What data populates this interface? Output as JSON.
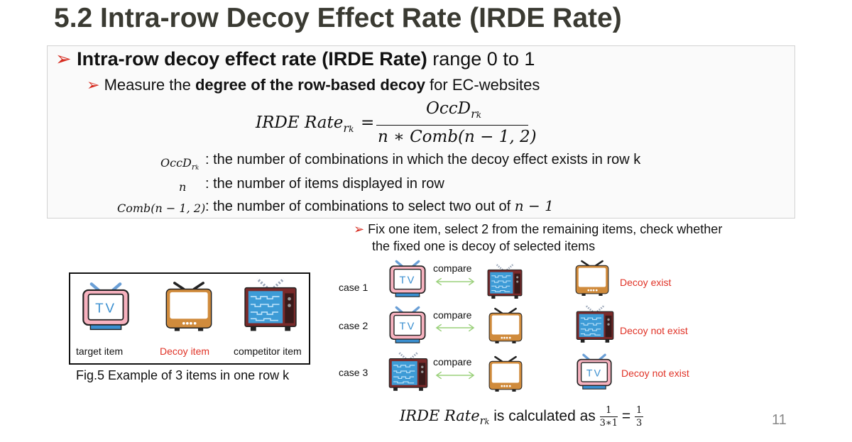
{
  "slide": {
    "title": "5.2 Intra-row Decoy Effect Rate (IRDE Rate)",
    "page_number": "11"
  },
  "bullet1": {
    "arrow": "➢",
    "bold": "Intra-row decoy effect rate (IRDE Rate)",
    "rest": " range 0 to 1"
  },
  "bullet2": {
    "arrow": "➢",
    "pre": "Measure the ",
    "bold": "degree of the row-based decoy",
    "post": " for EC-websites"
  },
  "formula": {
    "lhs": "IRDE Rate",
    "lhs_sub": "r",
    "lhs_subsub": "k",
    "eq": "=",
    "num": "OccD",
    "num_sub": "r",
    "num_subsub": "k",
    "den": "n ∗ Comb(n − 1, 2)"
  },
  "definitions": [
    {
      "symbol": "OccD",
      "symbol_sub": "r",
      "symbol_subsub": "k",
      "text": ": the number of combinations in which the decoy effect exists in row k"
    },
    {
      "symbol": "n",
      "text": ": the number of items displayed in row"
    },
    {
      "symbol": "Comb(n − 1, 2)",
      "text": ": the number of combinations to select two out of ",
      "tail": "n − 1"
    }
  ],
  "fix_note": {
    "arrow": "➢",
    "line1": "Fix one item, select 2 from the remaining items, check whether",
    "line2": "the fixed one is decoy of selected items"
  },
  "legend": {
    "target": "target item",
    "decoy": "Decoy item",
    "competitor": "competitor item",
    "caption": "Fig.5 Example of 3 items in one row k",
    "tv_text": "TV"
  },
  "cases": [
    {
      "label": "case 1",
      "compare": "compare",
      "result": "Decoy exist"
    },
    {
      "label": "case 2",
      "compare": "compare",
      "result": "Decoy not exist"
    },
    {
      "label": "case 3",
      "compare": "compare",
      "result": "Decoy not exist"
    }
  ],
  "result": {
    "lhs": "IRDE Rate",
    "lhs_sub": "r",
    "lhs_subsub": "k",
    "text": " is calculated as ",
    "frac1_num": "1",
    "frac1_den": "3∗1",
    "eq": "=",
    "frac2_num": "1",
    "frac2_den": "3"
  },
  "colors": {
    "arrow": "#d62a1e",
    "target_tv_frame": "#f4a8b4",
    "target_tv_screen": "#3a8fd0",
    "decoy_tv_frame": "#c8873a",
    "competitor_tv_frame": "#8a2a2a",
    "competitor_tv_screen": "#3a9ad6",
    "compare_arrow": "#9ad07a"
  },
  "icons": {
    "target": "tv-target-icon",
    "decoy": "tv-decoy-icon",
    "competitor": "tv-competitor-icon",
    "compare": "double-arrow-icon"
  }
}
